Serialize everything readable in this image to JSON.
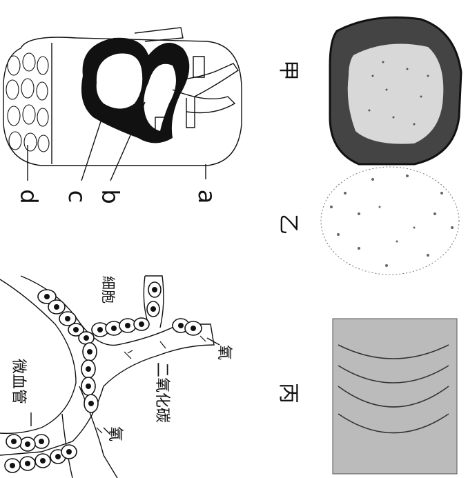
{
  "heart": {
    "labels": {
      "a": "a",
      "b": "b",
      "c": "c",
      "d": "d"
    }
  },
  "tissues": {
    "jia": "甲",
    "yi": "乙",
    "bing": "丙"
  },
  "capillary": {
    "cells": "細胞",
    "co2": "二氧化碳",
    "oxygen_1": "氧",
    "oxygen_2": "氧",
    "capillary_label": "微血管"
  }
}
